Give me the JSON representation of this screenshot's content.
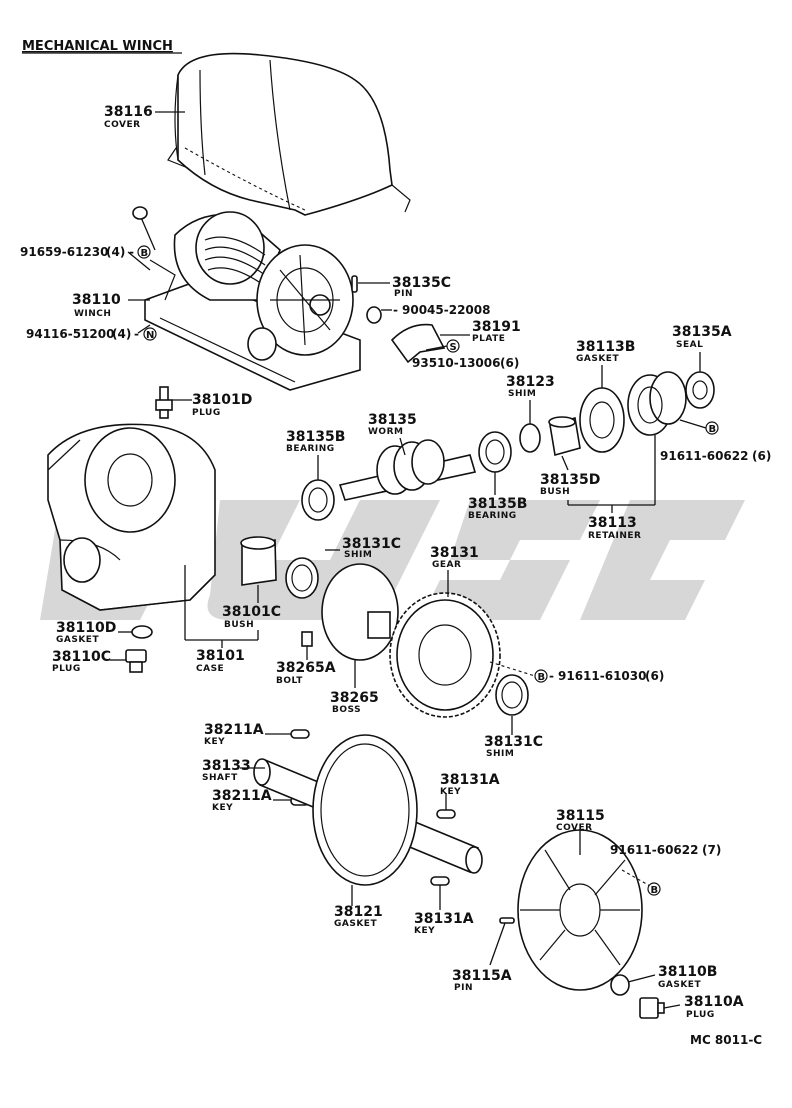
{
  "title": "MECHANICAL WINCH",
  "figure_code": "MC 8011-C",
  "parts": [
    {
      "id": "p38116",
      "number": "38116",
      "desc": "COVER"
    },
    {
      "id": "p38110",
      "number": "38110",
      "desc": "WINCH"
    },
    {
      "id": "p38135C",
      "number": "38135C",
      "desc": "PIN"
    },
    {
      "id": "p38191",
      "number": "38191",
      "desc": "PLATE"
    },
    {
      "id": "p38101D",
      "number": "38101D",
      "desc": "PLUG"
    },
    {
      "id": "p38135",
      "number": "38135",
      "desc": "WORM"
    },
    {
      "id": "p38135B_a",
      "number": "38135B",
      "desc": "BEARING"
    },
    {
      "id": "p38135B_b",
      "number": "38135B",
      "desc": "BEARING"
    },
    {
      "id": "p38123",
      "number": "38123",
      "desc": "SHIM"
    },
    {
      "id": "p38113B",
      "number": "38113B",
      "desc": "GASKET"
    },
    {
      "id": "p38135A",
      "number": "38135A",
      "desc": "SEAL"
    },
    {
      "id": "p38135D",
      "number": "38135D",
      "desc": "BUSH"
    },
    {
      "id": "p38113",
      "number": "38113",
      "desc": "RETAINER"
    },
    {
      "id": "p38131C_a",
      "number": "38131C",
      "desc": "SHIM"
    },
    {
      "id": "p38131",
      "number": "38131",
      "desc": "GEAR"
    },
    {
      "id": "p38101C",
      "number": "38101C",
      "desc": "BUSH"
    },
    {
      "id": "p38110D",
      "number": "38110D",
      "desc": "GASKET"
    },
    {
      "id": "p38110C",
      "number": "38110C",
      "desc": "PLUG"
    },
    {
      "id": "p38101",
      "number": "38101",
      "desc": "CASE"
    },
    {
      "id": "p38265A",
      "number": "38265A",
      "desc": "BOLT"
    },
    {
      "id": "p38265",
      "number": "38265",
      "desc": "BOSS"
    },
    {
      "id": "p38131C_b",
      "number": "38131C",
      "desc": "SHIM"
    },
    {
      "id": "p38211A_a",
      "number": "38211A",
      "desc": "KEY"
    },
    {
      "id": "p38133",
      "number": "38133",
      "desc": "SHAFT"
    },
    {
      "id": "p38211A_b",
      "number": "38211A",
      "desc": "KEY"
    },
    {
      "id": "p38131A_a",
      "number": "38131A",
      "desc": "KEY"
    },
    {
      "id": "p38115",
      "number": "38115",
      "desc": "COVER"
    },
    {
      "id": "p38121",
      "number": "38121",
      "desc": "GASKET"
    },
    {
      "id": "p38131A_b",
      "number": "38131A",
      "desc": "KEY"
    },
    {
      "id": "p38115A",
      "number": "38115A",
      "desc": "PIN"
    },
    {
      "id": "p38110B",
      "number": "38110B",
      "desc": "GASKET"
    },
    {
      "id": "p38110A",
      "number": "38110A",
      "desc": "PLUG"
    }
  ],
  "fasteners": [
    {
      "id": "f1",
      "number": "91659-61230",
      "qty": "(4)",
      "symbol": "B"
    },
    {
      "id": "f2",
      "number": "94116-51200",
      "qty": "(4)",
      "symbol": "N"
    },
    {
      "id": "f3",
      "number": "90045-22008",
      "qty": "",
      "symbol": ""
    },
    {
      "id": "f4",
      "number": "93510-13006",
      "qty": "(6)",
      "symbol": "S"
    },
    {
      "id": "f5",
      "number": "91611-60622",
      "qty": "(6)",
      "symbol": "B"
    },
    {
      "id": "f6",
      "number": "91611-61030",
      "qty": "(6)",
      "symbol": "B"
    },
    {
      "id": "f7",
      "number": "91611-60622",
      "qty": "(7)",
      "symbol": "B"
    }
  ]
}
